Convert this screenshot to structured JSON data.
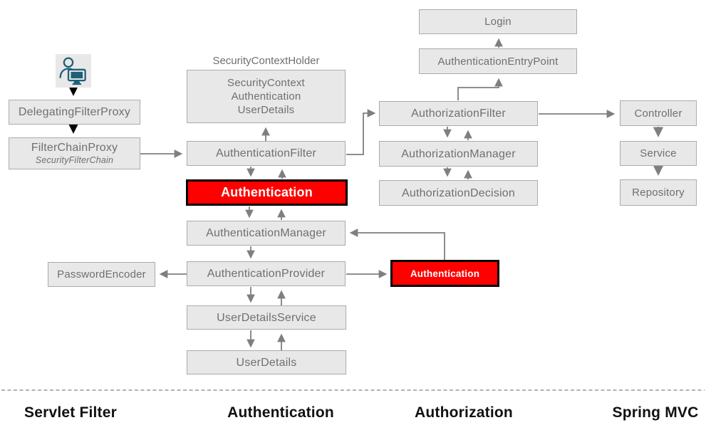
{
  "nodes": {
    "delegating_filter_proxy": "DelegatingFilterProxy",
    "filter_chain_proxy": {
      "title": "FilterChainProxy",
      "subtitle": "SecurityFilterChain"
    },
    "security_context_holder": "SecurityContextHolder",
    "security_context_box": {
      "line1": "SecurityContext",
      "line2": "Authentication",
      "line3": "UserDetails"
    },
    "authentication_filter": "AuthenticationFilter",
    "authentication_highlight_main": "Authentication",
    "authentication_manager": "AuthenticationManager",
    "authentication_provider": "AuthenticationProvider",
    "password_encoder": "PasswordEncoder",
    "user_details_service": "UserDetailsService",
    "user_details": "UserDetails",
    "authentication_highlight_result": "Authentication",
    "login": "Login",
    "authentication_entry_point": "AuthenticationEntryPoint",
    "authorization_filter": "AuthorizationFilter",
    "authorization_manager": "AuthorizationManager",
    "authorization_decision": "AuthorizationDecision",
    "controller": "Controller",
    "service": "Service",
    "repository": "Repository"
  },
  "lanes": {
    "servlet_filter": "Servlet Filter",
    "authentication": "Authentication",
    "authorization": "Authorization",
    "spring_mvc": "Spring MVC"
  },
  "icons": {
    "user": "user-at-computer"
  },
  "colors": {
    "box_fill": "#e8e8e8",
    "box_border": "#ababab",
    "box_text": "#6f6f6f",
    "arrow_gray": "#7f7f7f",
    "arrow_black": "#000000",
    "highlight_fill": "#ff0000",
    "highlight_border": "#000000",
    "highlight_text": "#ffffff",
    "user_icon": "#1d6078",
    "lane_text": "#111111"
  },
  "edges": [
    "User -> DelegatingFilterProxy",
    "DelegatingFilterProxy -> FilterChainProxy",
    "FilterChainProxy -> AuthenticationFilter",
    "AuthenticationFilter -> SecurityContextHolder",
    "AuthenticationFilter <-> Authentication",
    "Authentication <-> AuthenticationManager",
    "AuthenticationManager -> AuthenticationProvider",
    "AuthenticationProvider -> PasswordEncoder",
    "AuthenticationProvider <-> UserDetailsService",
    "UserDetailsService <-> UserDetails",
    "AuthenticationProvider -> Authentication(result)",
    "Authentication(result) -> AuthenticationManager",
    "AuthenticationFilter -> AuthorizationFilter",
    "AuthorizationFilter -> AuthenticationEntryPoint",
    "AuthenticationEntryPoint -> Login",
    "AuthorizationFilter <-> AuthorizationManager",
    "AuthorizationManager <-> AuthorizationDecision",
    "AuthorizationFilter -> Controller",
    "Controller -> Service",
    "Service -> Repository"
  ]
}
